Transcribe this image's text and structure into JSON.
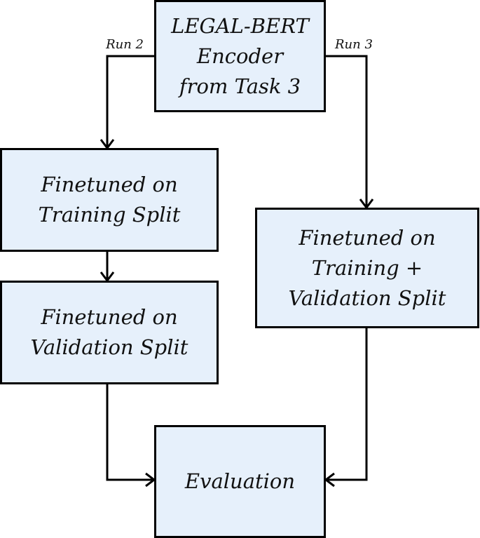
{
  "nodes": {
    "encoder": [
      "LEGAL-BERT",
      "Encoder",
      "from Task 3"
    ],
    "ft_train": [
      "Finetuned on",
      "Training Split"
    ],
    "ft_val": [
      "Finetuned on",
      "Validation Split"
    ],
    "ft_trainval": [
      "Finetuned on",
      "Training +",
      "Validation Split"
    ],
    "eval": [
      "Evaluation"
    ]
  },
  "edges": {
    "run2_label": "Run 2",
    "run3_label": "Run 3"
  },
  "colors": {
    "box_fill": "#e6f0fb",
    "stroke": "#000000"
  }
}
